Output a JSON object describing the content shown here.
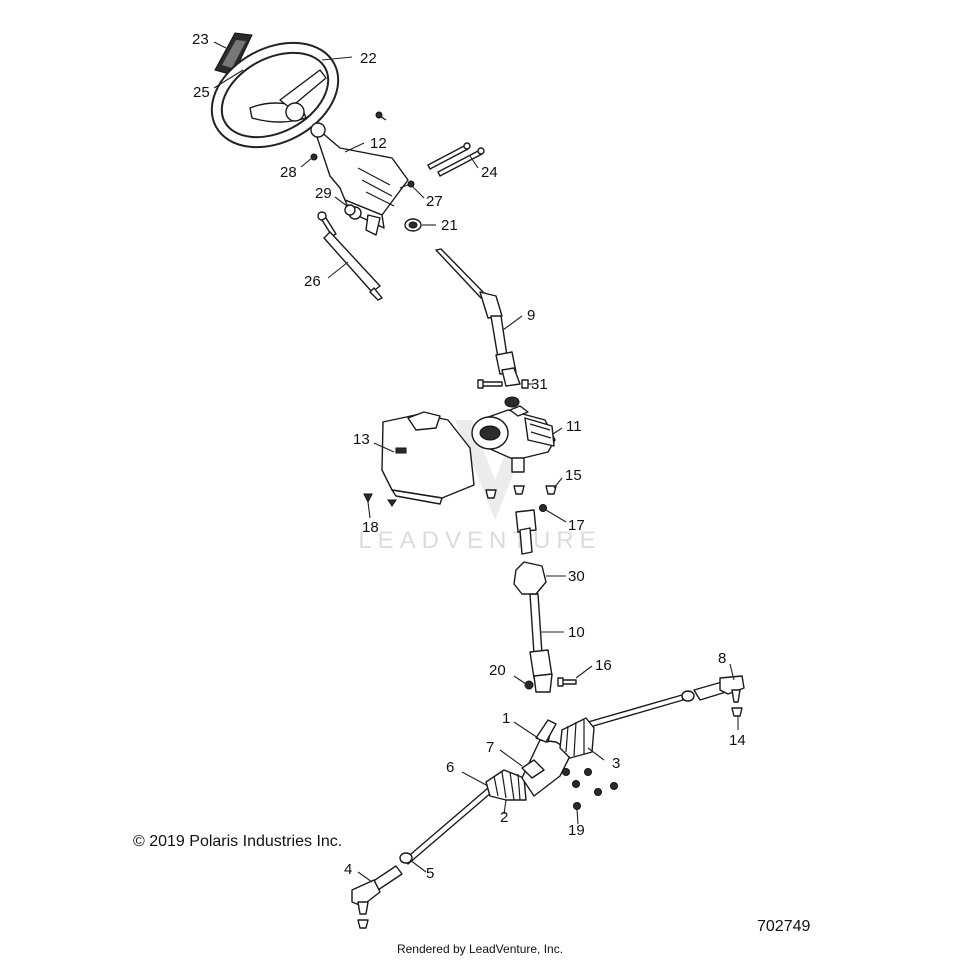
{
  "copyright": "© 2019 Polaris Industries Inc.",
  "diagram_number": "702749",
  "rendered_by": "Rendered by LeadVenture, Inc.",
  "watermark": "LEADVENTURE",
  "callouts": {
    "c1": "1",
    "c2": "2",
    "c3": "3",
    "c4": "4",
    "c5": "5",
    "c6": "6",
    "c7": "7",
    "c8": "8",
    "c9": "9",
    "c10": "10",
    "c11": "11",
    "c12": "12",
    "c13": "13",
    "c14": "14",
    "c15": "15",
    "c16": "16",
    "c17": "17",
    "c18": "18",
    "c19": "19",
    "c20": "20",
    "c21": "21",
    "c22": "22",
    "c23": "23",
    "c24": "24",
    "c25": "25",
    "c26": "26",
    "c27": "27",
    "c28": "28",
    "c29": "29",
    "c30": "30",
    "c31": "31"
  }
}
